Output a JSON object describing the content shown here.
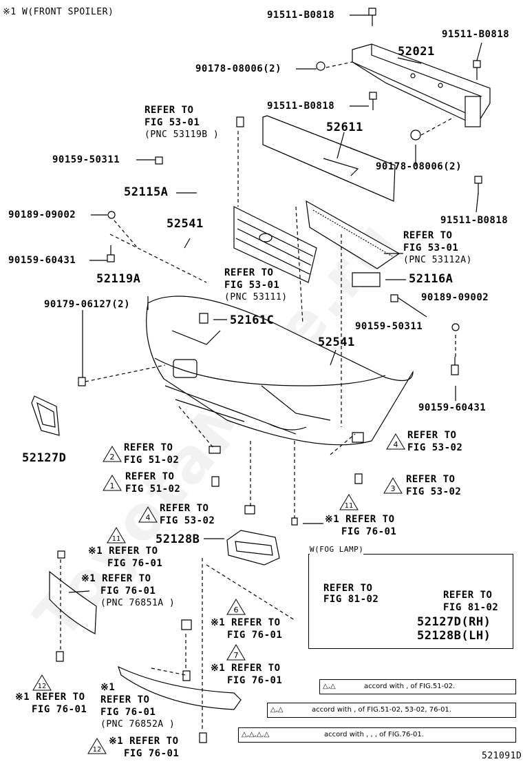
{
  "watermark": "ToyotaMine.ru",
  "header": {
    "note": "※1 W(FRONT SPOILER)",
    "fig_code": "521091D"
  },
  "labels": {
    "p91511_top": "91511-B0818",
    "p52021": "52021",
    "p91511_tr": "91511-B0818",
    "p90178_a": "90178-08006(2)",
    "p91511_mid": "91511-B0818",
    "refer53_01_a": [
      "REFER TO",
      "FIG 53-01",
      "(PNC 53119B )"
    ],
    "p52611": "52611",
    "p90159_50311_a": "90159-50311",
    "p90178_b": "90178-08006(2)",
    "p52115A": "52115A",
    "p91511_r": "91511-B0818",
    "p90189_a": "90189-09002",
    "p52541_a": "52541",
    "refer53_01_b": [
      "REFER TO",
      "FIG 53-01",
      "(PNC 53112A)"
    ],
    "p90159_60431_a": "90159-60431",
    "refer53_01_c": [
      "REFER TO",
      "FIG 53-01",
      "(PNC 53111)"
    ],
    "p52116A": "52116A",
    "p52119A": "52119A",
    "p90189_b": "90189-09002",
    "p90179": "90179-06127(2)",
    "p52161C": "52161C",
    "p90159_50311_b": "90159-50311",
    "p52541_b": "52541",
    "p90159_60431_b": "90159-60431",
    "p52127D": "52127D",
    "refer51_02_a": [
      "REFER TO",
      "FIG 51-02"
    ],
    "refer53_02_a": [
      "REFER TO",
      "FIG 53-02"
    ],
    "refer51_02_b": [
      "REFER TO",
      "FIG 51-02"
    ],
    "refer53_02_b": [
      "REFER TO",
      "FIG 53-02"
    ],
    "refer53_02_c": [
      "REFER TO",
      "FIG 53-02"
    ],
    "refer76_01_a": [
      "※1 REFER TO",
      "FIG 76-01"
    ],
    "p52128B": "52128B",
    "fog_title": "W(FOG LAMP)",
    "refer76_01_b": [
      "※1 REFER TO",
      "FIG 76-01"
    ],
    "refer81_02_a": [
      "REFER TO",
      "FIG 81-02"
    ],
    "refer81_02_b": [
      "REFER TO",
      "FIG 81-02"
    ],
    "refer76_01_c": [
      "※1 REFER TO",
      "FIG 76-01",
      "(PNC 76851A )"
    ],
    "fog_p1": "52127D(RH)",
    "fog_p2": "52128B(LH)",
    "refer76_01_d": [
      "※1 REFER TO",
      "FIG 76-01"
    ],
    "refer76_01_e": [
      "※1 REFER TO",
      "FIG 76-01"
    ],
    "refer76_01_f": [
      "※1 REFER TO",
      "FIG 76-01"
    ],
    "refer76_01_g": [
      "※1",
      "REFER TO",
      "FIG 76-01",
      "(PNC 76852A )"
    ],
    "refer76_01_h": [
      "※1 REFER TO",
      "FIG 76-01"
    ]
  },
  "triangles": {
    "t2_a": "2",
    "t4_a": "4",
    "t1_a": "1",
    "t3_a": "3",
    "t4_b": "4",
    "t11_a": "11",
    "t11_b": "11",
    "t6": "6",
    "t7": "7",
    "t12_a": "12",
    "t12_b": "12"
  },
  "legend": {
    "row1": "accord with        ,      of FIG.51-02.",
    "row2": "accord with        ,      of FIG.51-02, 53-02, 76-01.",
    "row3": "accord with      ,    ,    ,      of FIG.76-01."
  }
}
